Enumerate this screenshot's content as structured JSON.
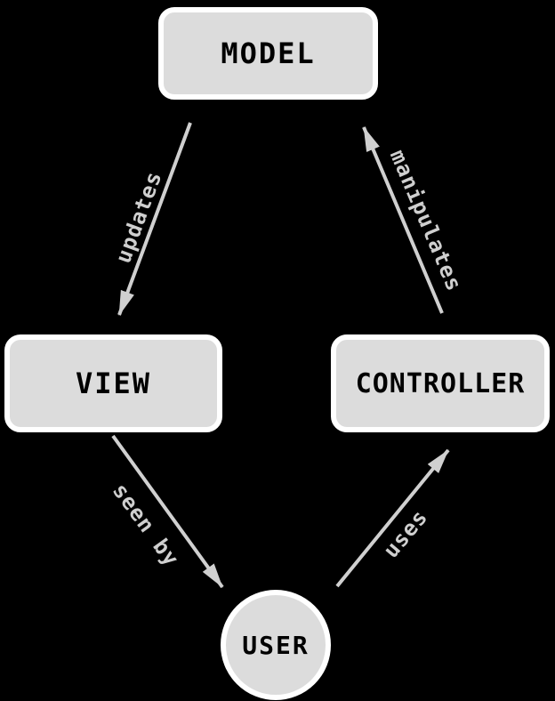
{
  "colors": {
    "background": "#000000",
    "node_fill": "#dcdcdc",
    "node_border": "#ffffff",
    "node_text": "#000000",
    "edge": "#d0d0d0",
    "edge_label": "#cfcfcf"
  },
  "nodes": {
    "model": {
      "label": "MODEL"
    },
    "view": {
      "label": "VIEW"
    },
    "controller": {
      "label": "CONTROLLER"
    },
    "user": {
      "label": "USER"
    }
  },
  "edges": {
    "updates": {
      "label": "updates",
      "from": "model",
      "to": "view"
    },
    "manipulates": {
      "label": "manipulates",
      "from": "controller",
      "to": "model"
    },
    "seen_by": {
      "label": "seen by",
      "from": "view",
      "to": "user"
    },
    "uses": {
      "label": "uses",
      "from": "user",
      "to": "controller"
    }
  }
}
